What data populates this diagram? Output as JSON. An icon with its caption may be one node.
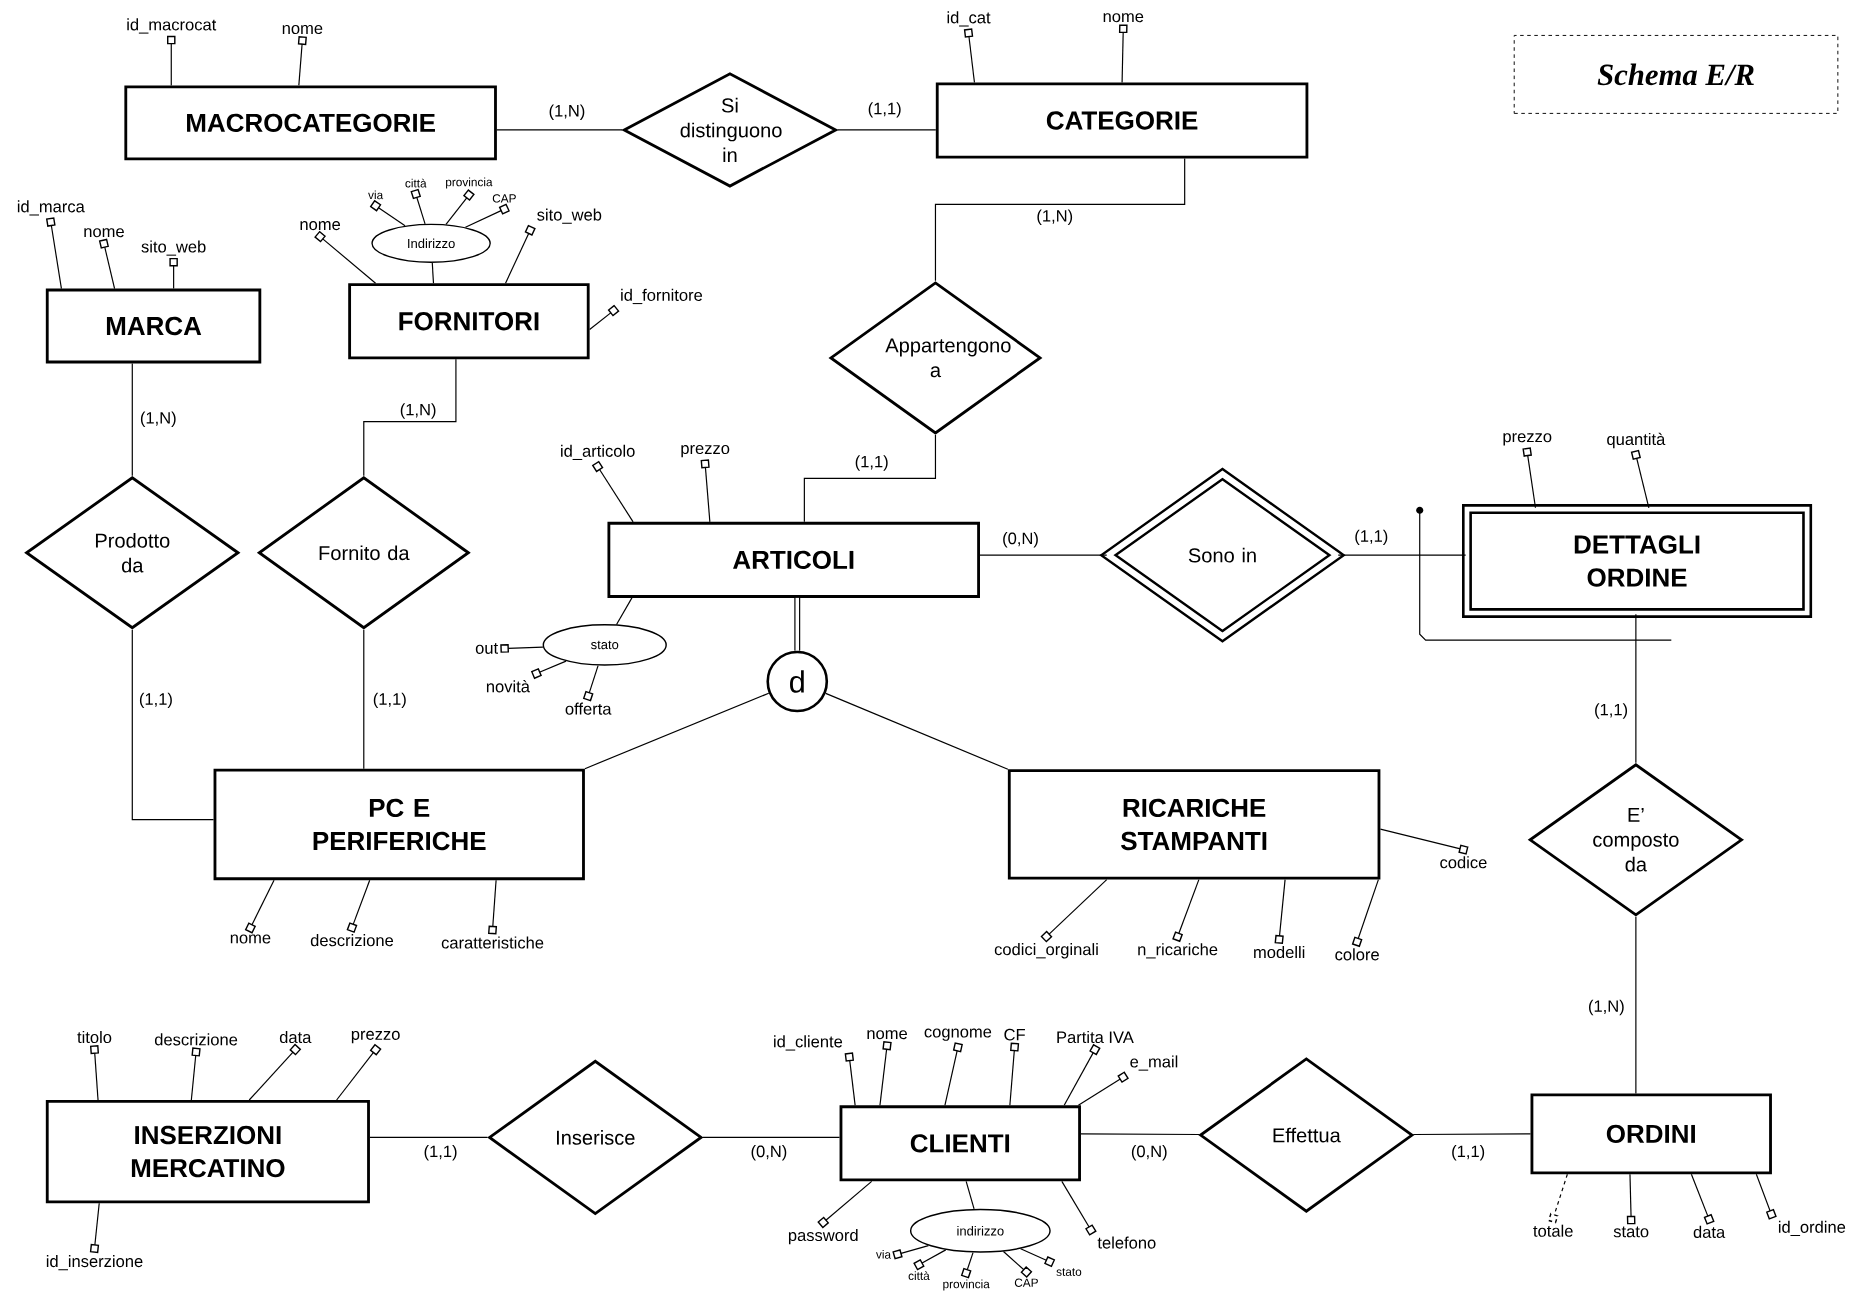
{
  "diagram": {
    "nodes": [
      {
        "text": [
          "MACROCATEGORIE"
        ]
      },
      {
        "text": [
          "Si distinguono in"
        ]
      },
      {
        "text": [
          "CATEGORIE"
        ]
      },
      {
        "text": [
          "MARCA"
        ]
      },
      {
        "text": [
          "FORNITORI"
        ]
      },
      {
        "text": [
          "Indirizzo"
        ]
      },
      {
        "text": [
          "Appartengono a"
        ]
      },
      {
        "text": [
          "Prodotto da"
        ]
      },
      {
        "text": [
          "Fornito da"
        ]
      },
      {
        "text": [
          "ARTICOLI"
        ]
      },
      {
        "text": [
          "stato"
        ]
      },
      {
        "text": [
          "Sono in"
        ]
      },
      {
        "text": [
          "DETTAGLI ORDINE"
        ]
      },
      {
        "text": [
          "d"
        ]
      },
      {
        "text": [
          "PC E PERIFERICHE"
        ]
      },
      {
        "text": [
          "RICARICHE STAMPANTI"
        ]
      },
      {
        "text": [
          "E’ composto da"
        ]
      },
      {
        "text": [
          "INSERZIONI MERCATINO"
        ]
      },
      {
        "text": [
          "Inserisce"
        ]
      },
      {
        "text": [
          "CLIENTI"
        ]
      },
      {
        "text": [
          "indirizzo"
        ]
      },
      {
        "text": [
          "Effettua"
        ]
      },
      {
        "text": [
          "ORDINI"
        ]
      },
      {
        "text": [
          "id_macrocat"
        ]
      },
      {
        "text": [
          "nome"
        ]
      },
      {
        "text": [
          "id_cat"
        ]
      },
      {
        "text": [
          "nome"
        ]
      },
      {
        "text": [
          "id_marca"
        ]
      },
      {
        "text": [
          "nome"
        ]
      },
      {
        "text": [
          "sito_web"
        ]
      },
      {
        "text": [
          "nome"
        ]
      },
      {
        "text": [
          "via"
        ]
      },
      {
        "text": [
          "città"
        ]
      },
      {
        "text": [
          "provincia"
        ]
      },
      {
        "text": [
          "CAP"
        ]
      },
      {
        "text": [
          "sito_web"
        ]
      },
      {
        "text": [
          "id_fornitore"
        ]
      },
      {
        "text": [
          "id_articolo"
        ]
      },
      {
        "text": [
          "prezzo"
        ]
      },
      {
        "text": [
          "out"
        ]
      },
      {
        "text": [
          "novità"
        ]
      },
      {
        "text": [
          "offerta"
        ]
      },
      {
        "text": [
          "prezzo"
        ]
      },
      {
        "text": [
          "quantità"
        ]
      },
      {
        "text": [
          "nome"
        ]
      },
      {
        "text": [
          "descrizione"
        ]
      },
      {
        "text": [
          "caratteristiche"
        ]
      },
      {
        "text": [
          "codice"
        ]
      },
      {
        "text": [
          "codici_orginali"
        ]
      },
      {
        "text": [
          "n_ricariche"
        ]
      },
      {
        "text": [
          "modelli"
        ]
      },
      {
        "text": [
          "colore"
        ]
      },
      {
        "text": [
          "titolo"
        ]
      },
      {
        "text": [
          "descrizione"
        ]
      },
      {
        "text": [
          "data"
        ]
      },
      {
        "text": [
          "prezzo"
        ]
      },
      {
        "text": [
          "id_inserzione"
        ]
      },
      {
        "text": [
          "id_cliente"
        ]
      },
      {
        "text": [
          "nome"
        ]
      },
      {
        "text": [
          "cognome"
        ]
      },
      {
        "text": [
          "CF"
        ]
      },
      {
        "text": [
          "Partita IVA"
        ]
      },
      {
        "text": [
          "e_mail"
        ]
      },
      {
        "text": [
          "password"
        ]
      },
      {
        "text": [
          "via"
        ]
      },
      {
        "text": [
          "città"
        ]
      },
      {
        "text": [
          "provincia"
        ]
      },
      {
        "text": [
          "CAP"
        ]
      },
      {
        "text": [
          "stato"
        ]
      },
      {
        "text": [
          "telefono"
        ]
      },
      {
        "text": [
          "totale"
        ]
      },
      {
        "text": [
          "stato"
        ]
      },
      {
        "text": [
          "data"
        ]
      },
      {
        "text": [
          "id_ordine"
        ]
      },
      {
        "text": [
          "Schema E/R"
        ]
      }
    ],
    "edges": [
      {
        "from": 0,
        "to": 1,
        "arrow": "none",
        "label": "(1,N)"
      },
      {
        "from": 1,
        "to": 2,
        "arrow": "none",
        "label": "(1,1)"
      },
      {
        "from": 2,
        "to": 6,
        "arrow": "none",
        "label": "(1,N)"
      },
      {
        "from": 6,
        "to": 9,
        "arrow": "none",
        "label": "(1,1)"
      },
      {
        "from": 3,
        "to": 7,
        "arrow": "none",
        "label": "(1,N)"
      },
      {
        "from": 7,
        "to": 14,
        "arrow": "none",
        "label": "(1,1)"
      },
      {
        "from": 4,
        "to": 8,
        "arrow": "none",
        "label": "(1,N)"
      },
      {
        "from": 8,
        "to": 14,
        "arrow": "none",
        "label": "(1,1)"
      },
      {
        "from": 9,
        "to": 11,
        "arrow": "none",
        "label": "(0,N)"
      },
      {
        "from": 11,
        "to": 12,
        "arrow": "none",
        "label": "(1,1)"
      },
      {
        "from": 12,
        "to": 16,
        "arrow": "none",
        "label": "(1,1)"
      },
      {
        "from": 16,
        "to": 22,
        "arrow": "none",
        "label": "(1,N)"
      },
      {
        "from": 17,
        "to": 18,
        "arrow": "none",
        "label": "(1,1)"
      },
      {
        "from": 18,
        "to": 19,
        "arrow": "none",
        "label": "(0,N)"
      },
      {
        "from": 19,
        "to": 21,
        "arrow": "none",
        "label": "(0,N)"
      },
      {
        "from": 21,
        "to": 22,
        "arrow": "none",
        "label": "(1,1)"
      },
      {
        "from": 9,
        "to": 13,
        "arrow": "none",
        "style": "thick"
      },
      {
        "from": 13,
        "to": 14,
        "arrow": "none"
      },
      {
        "from": 13,
        "to": 15,
        "arrow": "none"
      },
      {
        "from": 4,
        "to": 5,
        "arrow": "none"
      },
      {
        "from": 9,
        "to": 10,
        "arrow": "none"
      },
      {
        "from": 19,
        "to": 20,
        "arrow": "none"
      },
      {
        "from": 0,
        "to": 23,
        "arrow": "other"
      },
      {
        "from": 0,
        "to": 24,
        "arrow": "other"
      },
      {
        "from": 2,
        "to": 25,
        "arrow": "other"
      },
      {
        "from": 2,
        "to": 26,
        "arrow": "other"
      },
      {
        "from": 3,
        "to": 27,
        "arrow": "other"
      },
      {
        "from": 3,
        "to": 28,
        "arrow": "other"
      },
      {
        "from": 3,
        "to": 29,
        "arrow": "other"
      },
      {
        "from": 4,
        "to": 30,
        "arrow": "other"
      },
      {
        "from": 5,
        "to": 31,
        "arrow": "other"
      },
      {
        "from": 5,
        "to": 32,
        "arrow": "other"
      },
      {
        "from": 5,
        "to": 33,
        "arrow": "other"
      },
      {
        "from": 5,
        "to": 34,
        "arrow": "other"
      },
      {
        "from": 4,
        "to": 35,
        "arrow": "other"
      },
      {
        "from": 4,
        "to": 36,
        "arrow": "other"
      },
      {
        "from": 9,
        "to": 37,
        "arrow": "other"
      },
      {
        "from": 9,
        "to": 38,
        "arrow": "other"
      },
      {
        "from": 10,
        "to": 39,
        "arrow": "other"
      },
      {
        "from": 10,
        "to": 40,
        "arrow": "other"
      },
      {
        "from": 10,
        "to": 41,
        "arrow": "other"
      },
      {
        "from": 12,
        "to": 42,
        "arrow": "other"
      },
      {
        "from": 12,
        "to": 43,
        "arrow": "other"
      },
      {
        "from": 14,
        "to": 44,
        "arrow": "other"
      },
      {
        "from": 14,
        "to": 45,
        "arrow": "other"
      },
      {
        "from": 14,
        "to": 46,
        "arrow": "other"
      },
      {
        "from": 15,
        "to": 47,
        "arrow": "other"
      },
      {
        "from": 15,
        "to": 48,
        "arrow": "other"
      },
      {
        "from": 15,
        "to": 49,
        "arrow": "other"
      },
      {
        "from": 15,
        "to": 50,
        "arrow": "other"
      },
      {
        "from": 15,
        "to": 51,
        "arrow": "other"
      },
      {
        "from": 17,
        "to": 52,
        "arrow": "other"
      },
      {
        "from": 17,
        "to": 53,
        "arrow": "other"
      },
      {
        "from": 17,
        "to": 54,
        "arrow": "other"
      },
      {
        "from": 17,
        "to": 55,
        "arrow": "other"
      },
      {
        "from": 17,
        "to": 56,
        "arrow": "other"
      },
      {
        "from": 19,
        "to": 57,
        "arrow": "other"
      },
      {
        "from": 19,
        "to": 58,
        "arrow": "other"
      },
      {
        "from": 19,
        "to": 59,
        "arrow": "other"
      },
      {
        "from": 19,
        "to": 60,
        "arrow": "other"
      },
      {
        "from": 19,
        "to": 61,
        "arrow": "other"
      },
      {
        "from": 19,
        "to": 62,
        "arrow": "other"
      },
      {
        "from": 19,
        "to": 63,
        "arrow": "other"
      },
      {
        "from": 20,
        "to": 64,
        "arrow": "other"
      },
      {
        "from": 20,
        "to": 65,
        "arrow": "other"
      },
      {
        "from": 20,
        "to": 66,
        "arrow": "other"
      },
      {
        "from": 20,
        "to": 67,
        "arrow": "other"
      },
      {
        "from": 20,
        "to": 68,
        "arrow": "other"
      },
      {
        "from": 19,
        "to": 69,
        "arrow": "other"
      },
      {
        "from": 22,
        "to": 70,
        "arrow": "other",
        "style": "dashed"
      },
      {
        "from": 22,
        "to": 71,
        "arrow": "other"
      },
      {
        "from": 22,
        "to": 72,
        "arrow": "other"
      },
      {
        "from": 22,
        "to": 73,
        "arrow": "other"
      }
    ]
  }
}
